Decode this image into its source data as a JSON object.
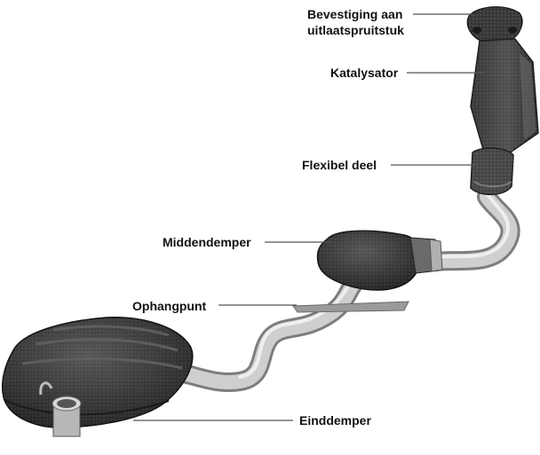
{
  "labels": {
    "bevestiging_line1": "Bevestiging aan",
    "bevestiging_line2": "uitlaatspruitstuk",
    "katalysator": "Katalysator",
    "flexibel": "Flexibel deel",
    "midden": "Middendemper",
    "ophang": "Ophangpunt",
    "eind": "Einddemper"
  },
  "colors": {
    "pipe": "#c9c9c9",
    "pipe_shadow": "#8c8c8c",
    "muffler_dark": "#2e2e2e",
    "muffler_mid": "#4a4a4a",
    "leader_line": "#555555"
  }
}
